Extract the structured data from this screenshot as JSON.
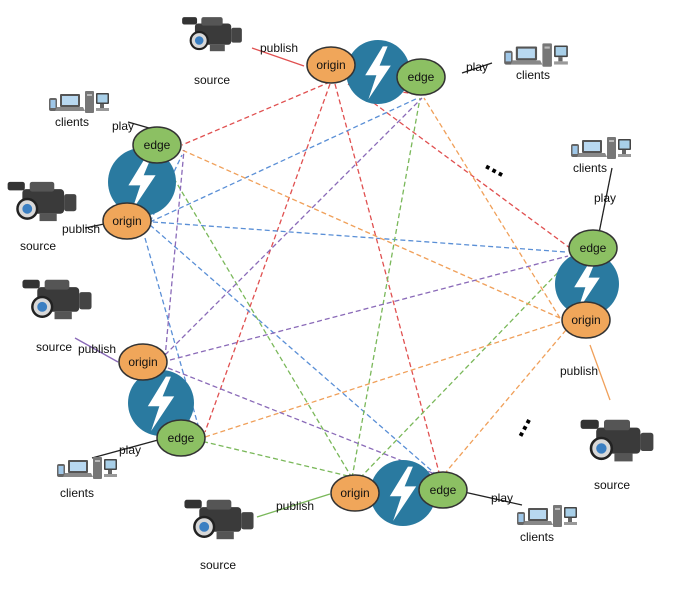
{
  "labels": {
    "origin": "origin",
    "edge": "edge",
    "source": "source",
    "clients": "clients",
    "publish": "publish",
    "play": "play",
    "ellipsis": "..."
  },
  "colors": {
    "edge_fill": "#8cc063",
    "origin_fill": "#f0a65a",
    "bolt_disk": "#2a7aa0",
    "red_link": "#e05050",
    "blue_link": "#5a8fd6",
    "green_link": "#7ab85a",
    "orange_link": "#f0a05a",
    "purple_link": "#8a6ab8"
  },
  "icons": {
    "source": "video-camera-icon",
    "clients": "devices-icon",
    "server": "lightning-bolt-icon"
  }
}
